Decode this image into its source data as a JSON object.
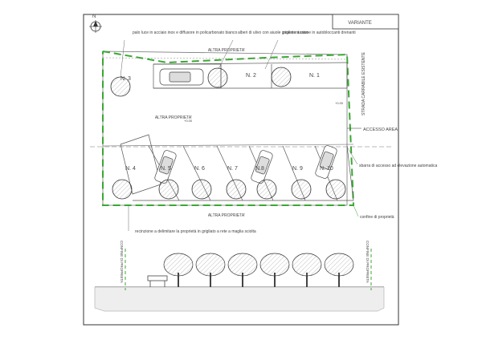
{
  "variant_label": "VARIANTE",
  "north_label": "N",
  "annotations": {
    "street_lights": "palo luce in acciaio inox e diffusore in policarbonato bianco",
    "olive_trees": "alberi di ulivo con aiuole grigliate a raso",
    "paving": "pavimentazione in autobloccanti drenanti",
    "barrier": "sbarra di accesso ad elevazione automatica",
    "fence": "recinzione a delimitare la proprietà in grigliato a rete a maglia sciolta",
    "property_line": "confine di proprietà"
  },
  "labels": {
    "other_property": "ALTRA PROPRIETA'",
    "existing_road": "STRADA CARRABILE ESISTENTE",
    "access_area": "ACCESSO AREA",
    "property_line_left": "CONFINE DI PROPRIETA",
    "property_line_right": "CONFINE DI PROPRIETA"
  },
  "parking_top": [
    "N. 3",
    "N. 2",
    "N. 1"
  ],
  "parking_bottom": [
    "N. 4",
    "N. 5",
    "N. 6",
    "N. 7",
    "N.8",
    "N. 9",
    "N. 10"
  ],
  "elevation_marks": [
    "+0.00",
    "+0.00"
  ],
  "colors": {
    "property_line": "#3aa832",
    "lines": "#555555"
  }
}
